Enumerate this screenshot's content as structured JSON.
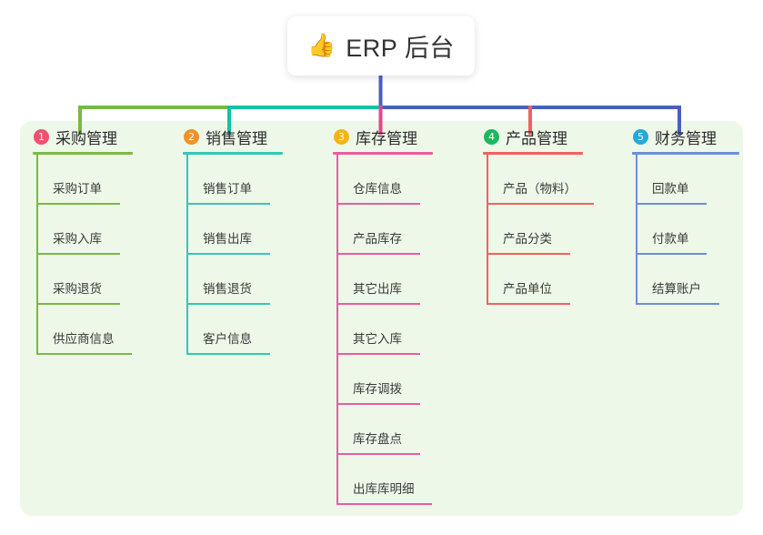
{
  "root": {
    "icon": "thumbs-up-icon",
    "emoji": "👍",
    "title": "ERP 后台"
  },
  "palette": {
    "panel_bg": "#eef8e9",
    "page_bg": "#ffffff",
    "stem": "#4a5fc1",
    "bus_green": "#79b943",
    "bus_teal": "#13c2a3",
    "bus_blue": "#4a5fc1",
    "drop_1": "#79b943",
    "drop_2": "#13c2a3",
    "drop_3": "#e8448e",
    "drop_4": "#f4605f",
    "drop_5": "#4a5fc1"
  },
  "columns": [
    {
      "number": "1",
      "title": "采购管理",
      "badge_color": "#f0506e",
      "line_color": "#79b943",
      "items": [
        {
          "label": "采购订单",
          "rule_width": 92
        },
        {
          "label": "采购入库",
          "rule_width": 92
        },
        {
          "label": "采购退货",
          "rule_width": 92
        },
        {
          "label": "供应商信息",
          "rule_width": 105
        }
      ]
    },
    {
      "number": "2",
      "title": "销售管理",
      "badge_color": "#f0922b",
      "line_color": "#33c8b6",
      "items": [
        {
          "label": "销售订单",
          "rule_width": 92
        },
        {
          "label": "销售出库",
          "rule_width": 92
        },
        {
          "label": "销售退货",
          "rule_width": 92
        },
        {
          "label": "客户信息",
          "rule_width": 92
        }
      ]
    },
    {
      "number": "3",
      "title": "库存管理",
      "badge_color": "#f5b51a",
      "line_color": "#ea5ca0",
      "items": [
        {
          "label": "仓库信息",
          "rule_width": 92
        },
        {
          "label": "产品库存",
          "rule_width": 92
        },
        {
          "label": "其它出库",
          "rule_width": 92
        },
        {
          "label": "其它入库",
          "rule_width": 92
        },
        {
          "label": "库存调拨",
          "rule_width": 92
        },
        {
          "label": "库存盘点",
          "rule_width": 92
        },
        {
          "label": "出库库明细",
          "rule_width": 105
        }
      ]
    },
    {
      "number": "4",
      "title": "产品管理",
      "badge_color": "#1ab95e",
      "line_color": "#f4605f",
      "items": [
        {
          "label": "产品（物料）",
          "rule_width": 118
        },
        {
          "label": "产品分类",
          "rule_width": 92
        },
        {
          "label": "产品单位",
          "rule_width": 92
        }
      ]
    },
    {
      "number": "5",
      "title": "财务管理",
      "badge_color": "#25a8e0",
      "line_color": "#6d8fd8",
      "items": [
        {
          "label": "回款单",
          "rule_width": 78
        },
        {
          "label": "付款单",
          "rule_width": 78
        },
        {
          "label": "结算账户",
          "rule_width": 92
        }
      ]
    }
  ]
}
